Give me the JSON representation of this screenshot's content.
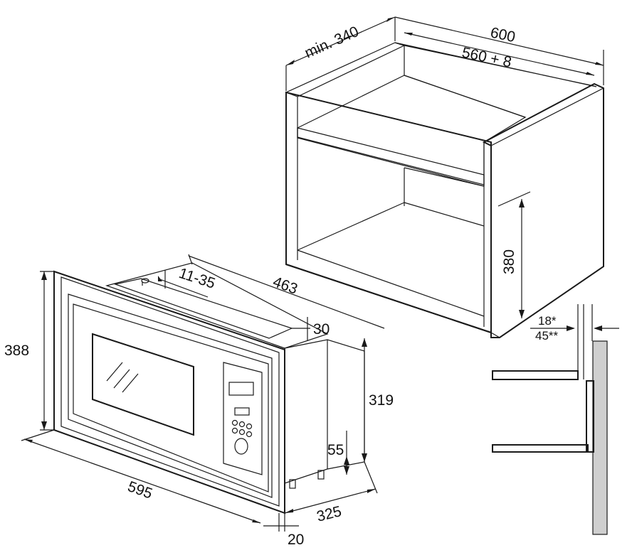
{
  "cabinet": {
    "depth_label": "min. 340",
    "width_label": "600",
    "inner_width_label": "560 + 8",
    "opening_height_label": "380"
  },
  "appliance": {
    "height_label": "388",
    "width_label": "595",
    "frame_depth_label": "20",
    "body_depth_label": "325",
    "clearance_label": "11-35",
    "top_depth_label": "463",
    "top_offset_label": "30",
    "body_height_label": "319",
    "foot_height_label": "55"
  },
  "detail": {
    "gap_label_1": "18*",
    "gap_label_2": "45**"
  },
  "colors": {
    "line": "#1a1a1a",
    "cabinet_fill": "#ffffff",
    "shelf_fill": "#d9d9d9",
    "wall_fill": "#cfcfcf"
  }
}
